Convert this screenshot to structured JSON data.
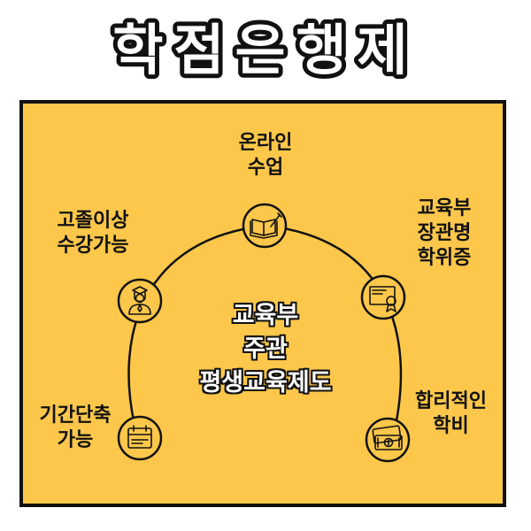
{
  "title": "학점은행제",
  "center": {
    "lines": [
      "교육부",
      "주관",
      "평생교육제도"
    ]
  },
  "nodes": [
    {
      "key": "online",
      "icon": "book-pen-icon",
      "lines": [
        "온라인",
        "수업"
      ]
    },
    {
      "key": "highschool",
      "icon": "graduate-person-icon",
      "lines": [
        "고졸이상",
        "수강가능"
      ]
    },
    {
      "key": "degree",
      "icon": "certificate-icon",
      "lines": [
        "교육부",
        "장관명",
        "학위증"
      ]
    },
    {
      "key": "shorten",
      "icon": "calendar-icon",
      "lines": [
        "기간단축",
        "가능"
      ]
    },
    {
      "key": "fee",
      "icon": "money-icon",
      "lines": [
        "합리적인",
        "학비"
      ]
    }
  ],
  "colors": {
    "panel": "#fcc74a",
    "outline": "#111111",
    "title_fill": "#ffffff"
  }
}
